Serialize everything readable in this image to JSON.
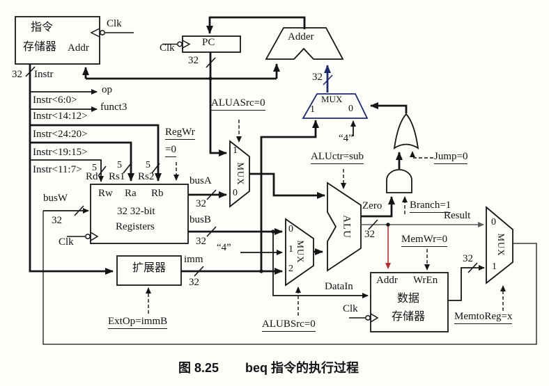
{
  "figure": {
    "caption_number": "图 8.25",
    "caption_title": "beq 指令的执行过程"
  },
  "blocks": {
    "instruction_memory": {
      "line1": "指令",
      "line2": "存储器",
      "port_addr": "Addr",
      "clk": "Clk"
    },
    "pc": {
      "label": "PC",
      "clk": "Clk"
    },
    "adder": {
      "label": "Adder"
    },
    "branch_mux": {
      "label": "MUX",
      "in1": "1",
      "in0": "0"
    },
    "alua_mux": {
      "label": "MUX",
      "in1": "1",
      "in0": "0"
    },
    "alub_mux": {
      "label": "MUX",
      "in0": "0",
      "in1": "1",
      "in2": "2"
    },
    "memtoreg_mux": {
      "label": "MUX",
      "in0": "0",
      "in1": "1"
    },
    "alu": {
      "label": "ALU"
    },
    "registers": {
      "port_rw": "Rw",
      "port_ra": "Ra",
      "port_rb": "Rb",
      "line1": "32 32-bit",
      "line2": "Registers",
      "clk": "Clk"
    },
    "extender": {
      "label": "扩展器"
    },
    "data_memory": {
      "port_addr": "Addr",
      "port_wren": "WrEn",
      "line1": "数据",
      "line2": "存储器",
      "clk": "Clk"
    }
  },
  "wires": {
    "instr_width": "32",
    "instr": "Instr",
    "op": "op",
    "funct3": "funct3",
    "instr_6_0": "Instr<6:0>",
    "instr_14_12": "Instr<14:12>",
    "instr_24_20": "Instr<24:20>",
    "instr_19_15": "Instr<19:15>",
    "instr_11_7": "Instr<11:7>",
    "width5_rd": "5",
    "width5_rs1": "5",
    "width5_rs2": "5",
    "rd": "Rd",
    "rs1": "Rs1",
    "rs2": "Rs2",
    "busw": "busW",
    "busw_width": "32",
    "busa": "busA",
    "busa_width": "32",
    "busb": "busB",
    "busb_width": "32",
    "imm": "imm",
    "imm_width": "32",
    "pc_width": "32",
    "branch_base_width": "32",
    "const4_branch": "“4”",
    "const4_alu": "“4”",
    "zero": "Zero",
    "alu_out_width": "32",
    "result": "Result",
    "datain": "DataIn",
    "mem_out_width": "32"
  },
  "control_signals": {
    "regwr_name": "RegWr",
    "regwr_value": "=0",
    "aluasrc": "ALUASrc=0",
    "aluctr": "ALUctr=sub",
    "jump": "Jump=0",
    "branch": "Branch=1",
    "memwr": "MemWr=0",
    "memtoreg": "MemtoReg=x",
    "extop": "ExtOp=immB",
    "alubsrc": "ALUBSrc=0"
  },
  "colors": {
    "wire": "#151515",
    "accent_navy": "#1d2a6b",
    "accent_red": "#b03030",
    "result_gray": "#5a5a5a",
    "background": "#fdfdfa"
  }
}
